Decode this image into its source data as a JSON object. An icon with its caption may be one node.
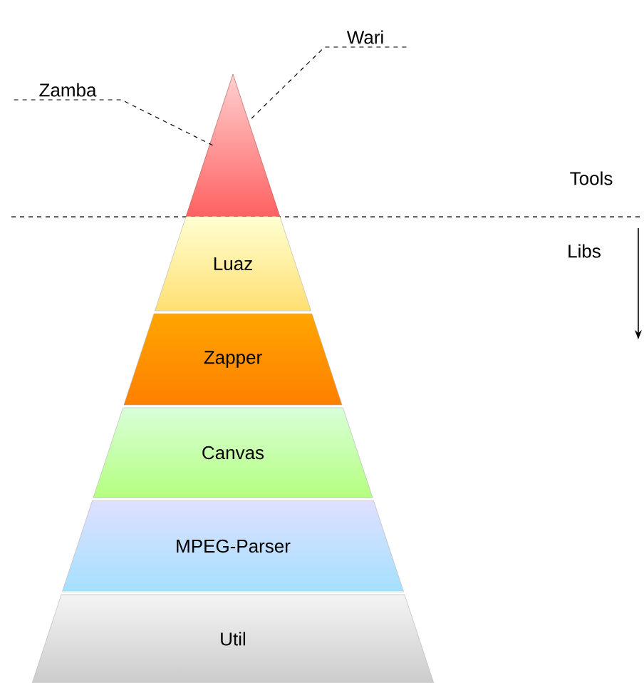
{
  "diagram": {
    "nodes": [
      {
        "text": [
          "Wari"
        ]
      },
      {
        "text": [
          "Zamba"
        ]
      },
      {
        "text": [],
        "shape": "triangle"
      },
      {
        "text": [
          "Luaz"
        ]
      },
      {
        "text": [
          "Zapper"
        ]
      },
      {
        "text": [
          "Canvas"
        ]
      },
      {
        "text": [
          "MPEG-Parser"
        ]
      },
      {
        "text": [
          "Util"
        ]
      }
    ],
    "edges": [
      {
        "from": 0,
        "to": 2,
        "arrow": "none",
        "style": "dashed"
      },
      {
        "from": 1,
        "to": 2,
        "arrow": "none",
        "style": "dashed"
      }
    ],
    "labels": [
      "Tools",
      "Libs"
    ]
  }
}
